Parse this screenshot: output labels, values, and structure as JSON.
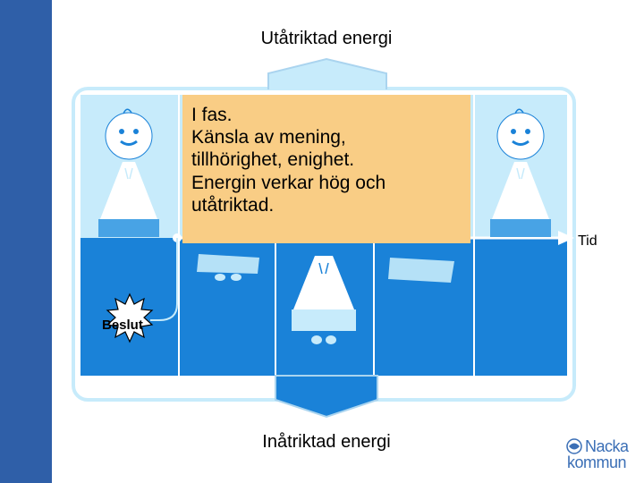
{
  "title_top": "Utåtriktad energi",
  "title_bottom": "Inåtriktad energi",
  "axis_label": "Tid",
  "decision_label": "Beslut",
  "phase_text": [
    "I fas.",
    "Känsla av mening,",
    "tillhörighet, enighet.",
    "Energin verkar hög och",
    "utåtriktad."
  ],
  "logo": {
    "line1": "Nacka",
    "line2": "kommun"
  },
  "colors": {
    "sidebar": "#2f5fa8",
    "light_blue": "#c7ebfb",
    "deep_blue": "#1a82d8",
    "phase_box": "#f9cd85",
    "arrow_outline": "#aad4ef"
  }
}
